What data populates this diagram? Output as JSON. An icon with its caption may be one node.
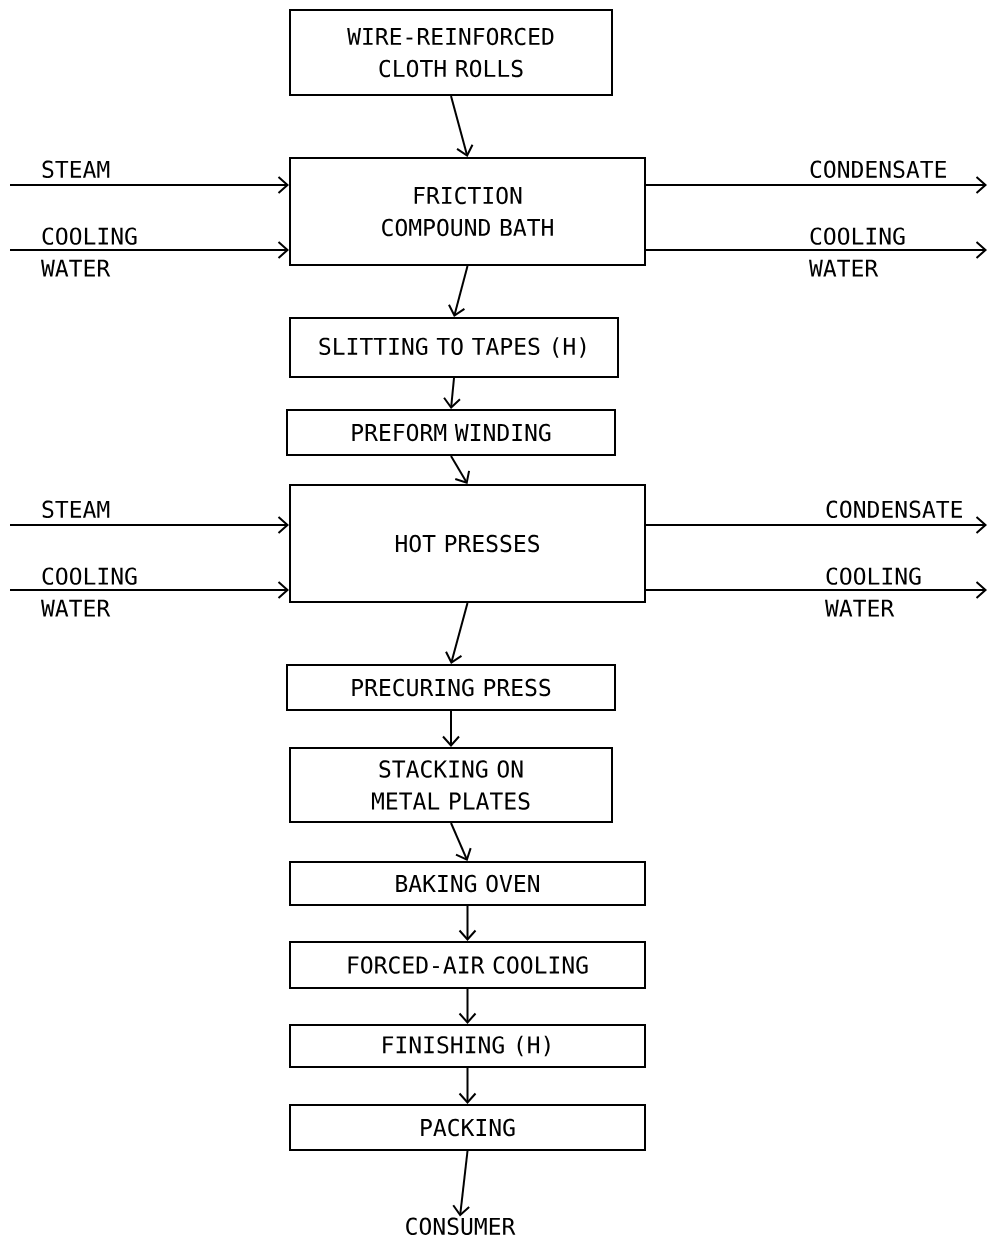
{
  "diagram": {
    "nodes": [
      {
        "text": [
          "WIRE-REINFORCED CLOTH ROLLS"
        ]
      },
      {
        "text": [
          "FRICTION COMPOUND BATH"
        ]
      },
      {
        "text": [
          "SLITTING TO TAPES (H)"
        ]
      },
      {
        "text": [
          "PREFORM WINDING"
        ]
      },
      {
        "text": [
          "HOT PRESSES"
        ]
      },
      {
        "text": [
          "PRECURING PRESS"
        ]
      },
      {
        "text": [
          "STACKING ON METAL PLATES"
        ]
      },
      {
        "text": [
          "BAKING OVEN"
        ]
      },
      {
        "text": [
          "FORCED-AIR COOLING"
        ]
      },
      {
        "text": [
          "FINISHING (H)"
        ]
      },
      {
        "text": [
          "PACKING"
        ]
      },
      {
        "text": [
          "CONSUMER"
        ]
      }
    ],
    "edges": [
      {
        "from": 0,
        "to": 1,
        "arrow": "to"
      },
      {
        "from": null,
        "to": 1,
        "arrow": "to",
        "label": "STEAM"
      },
      {
        "from": 1,
        "to": null,
        "arrow": "to",
        "label": "CONDENSATE"
      },
      {
        "from": null,
        "to": 1,
        "arrow": "to",
        "label": "COOLING WATER"
      },
      {
        "from": 1,
        "to": null,
        "arrow": "to",
        "label": "COOLING WATER"
      },
      {
        "from": 1,
        "to": 2,
        "arrow": "to"
      },
      {
        "from": 2,
        "to": 3,
        "arrow": "to"
      },
      {
        "from": 3,
        "to": 4,
        "arrow": "to"
      },
      {
        "from": null,
        "to": 4,
        "arrow": "to",
        "label": "STEAM"
      },
      {
        "from": 4,
        "to": null,
        "arrow": "to",
        "label": "CONDENSATE"
      },
      {
        "from": null,
        "to": 4,
        "arrow": "to",
        "label": "COOLING WATER"
      },
      {
        "from": 4,
        "to": null,
        "arrow": "to",
        "label": "COOLING WATER"
      },
      {
        "from": 4,
        "to": 5,
        "arrow": "to"
      },
      {
        "from": 5,
        "to": 6,
        "arrow": "to"
      },
      {
        "from": 6,
        "to": 7,
        "arrow": "to"
      },
      {
        "from": 7,
        "to": 8,
        "arrow": "to"
      },
      {
        "from": 8,
        "to": 9,
        "arrow": "to"
      },
      {
        "from": 9,
        "to": 10,
        "arrow": "to"
      },
      {
        "from": 10,
        "to": 11,
        "arrow": "to"
      }
    ]
  }
}
